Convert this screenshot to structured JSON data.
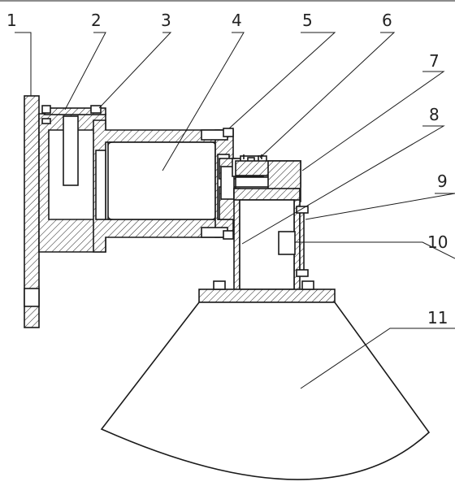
{
  "callouts": [
    {
      "id": "1",
      "text": "1"
    },
    {
      "id": "2",
      "text": "2"
    },
    {
      "id": "3",
      "text": "3"
    },
    {
      "id": "4",
      "text": "4"
    },
    {
      "id": "5",
      "text": "5"
    },
    {
      "id": "6",
      "text": "6"
    },
    {
      "id": "7",
      "text": "7"
    },
    {
      "id": "8",
      "text": "8"
    },
    {
      "id": "9",
      "text": "9"
    },
    {
      "id": "10",
      "text": "10"
    },
    {
      "id": "11",
      "text": "11"
    }
  ],
  "colors": {
    "ink": "#1a1a1a",
    "background": "#ffffff"
  }
}
